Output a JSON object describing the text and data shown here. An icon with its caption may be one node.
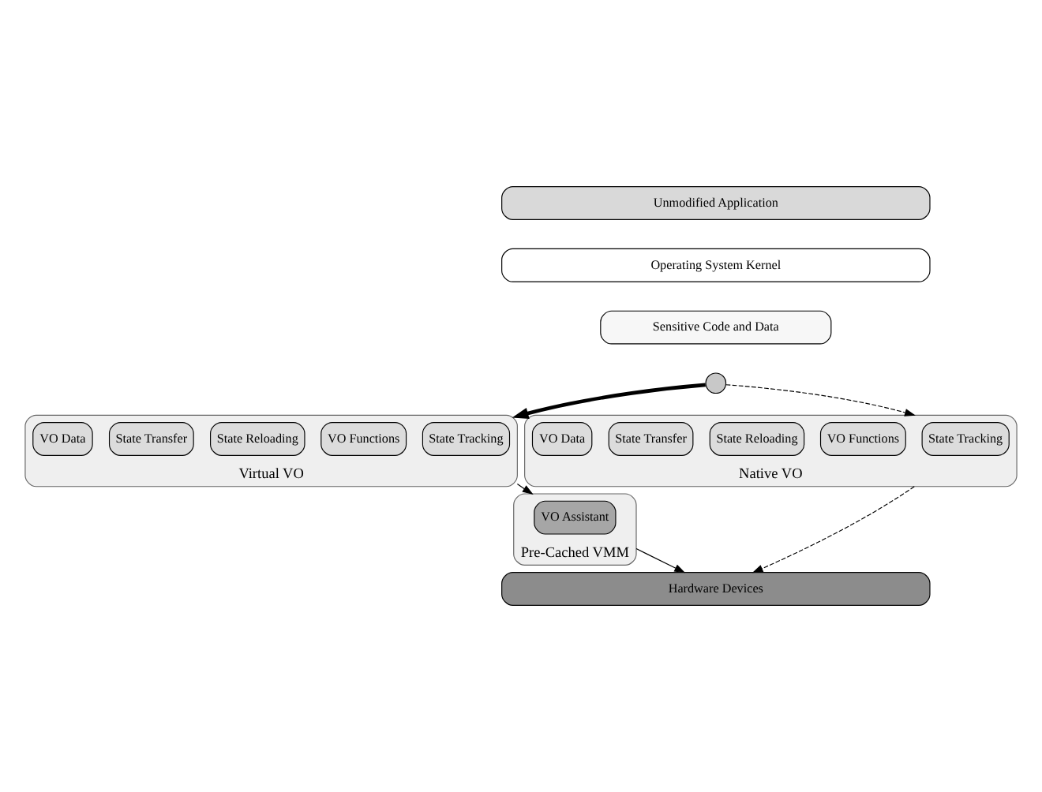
{
  "diagram": {
    "nodes": [
      {
        "text": [
          "Unmodified Application"
        ]
      },
      {
        "text": [
          "Operating System Kernel"
        ]
      },
      {
        "text": [
          "Sensitive Code and Data"
        ]
      },
      {
        "text": [],
        "shape": "circle"
      },
      {
        "text": [
          "Virtual VO"
        ]
      },
      {
        "text": [
          "State Tracking"
        ],
        "in": 4
      },
      {
        "text": [
          "VO Functions"
        ],
        "in": 4
      },
      {
        "text": [
          "State Reloading"
        ],
        "in": 4
      },
      {
        "text": [
          "State Transfer"
        ],
        "in": 4
      },
      {
        "text": [
          "VO Data"
        ],
        "in": 4
      },
      {
        "text": [
          "Native VO"
        ]
      },
      {
        "text": [
          "State Tracking"
        ],
        "in": 10
      },
      {
        "text": [
          "VO Functions"
        ],
        "in": 10
      },
      {
        "text": [
          "State Reloading"
        ],
        "in": 10
      },
      {
        "text": [
          "State Transfer"
        ],
        "in": 10
      },
      {
        "text": [
          "VO Data"
        ],
        "in": 10
      },
      {
        "text": [
          "Pre-Cached VMM"
        ]
      },
      {
        "text": [
          "VO Assistant"
        ],
        "in": 16
      },
      {
        "text": [
          "Hardware Devices"
        ]
      }
    ],
    "edges": [
      {
        "from": 3,
        "to": 4,
        "arrow": "to",
        "style": "thick"
      },
      {
        "from": 3,
        "to": 10,
        "arrow": "to",
        "style": "dashed"
      },
      {
        "from": 4,
        "to": 16,
        "arrow": "to"
      },
      {
        "from": 16,
        "to": 18,
        "arrow": "to"
      },
      {
        "from": 10,
        "to": 18,
        "arrow": "to",
        "style": "dashed"
      }
    ]
  }
}
